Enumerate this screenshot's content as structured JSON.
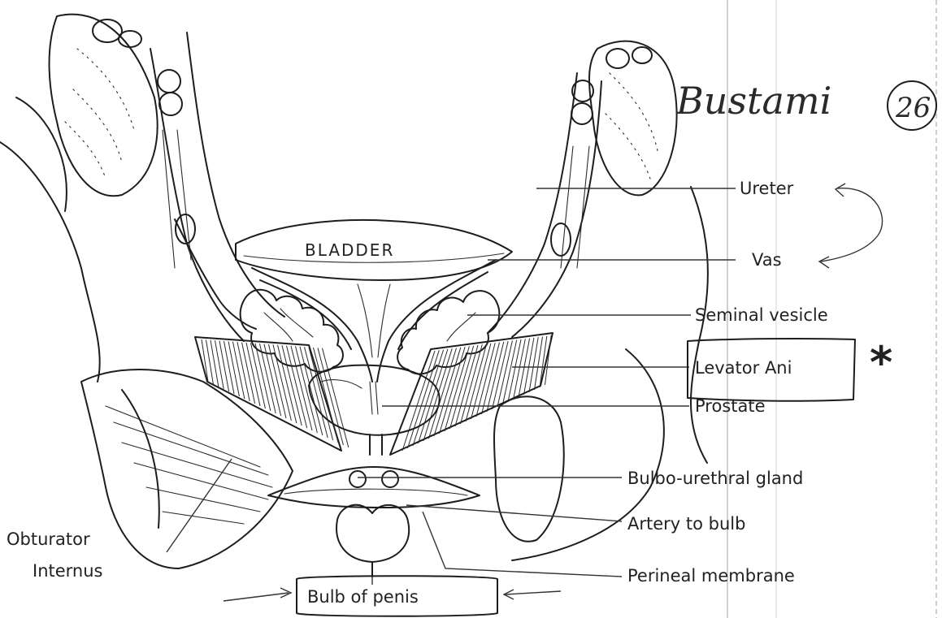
{
  "structures": {
    "bladder": "BLADDER"
  },
  "labels": {
    "ureter": "Ureter",
    "vas": "Vas",
    "seminal_vesicle": "Seminal vesicle",
    "levator_ani": "Levator Ani",
    "prostate": "Prostate",
    "bulbo_urethral_gland": "Bulbo-urethral gland",
    "artery_to_bulb": "Artery to bulb",
    "perineal_membrane": "Perineal membrane",
    "obturator_internus_line1": "Obturator",
    "obturator_internus_line2": "Internus",
    "bulb_of_penis": "Bulb of penis"
  },
  "annotations": {
    "handwritten_name": "Bustami",
    "page_number": "26",
    "asterisk": "*"
  },
  "colors": {
    "ink": "#1d1d1d",
    "paper": "#ffffff",
    "ruled_line": "#c8c8c8"
  }
}
